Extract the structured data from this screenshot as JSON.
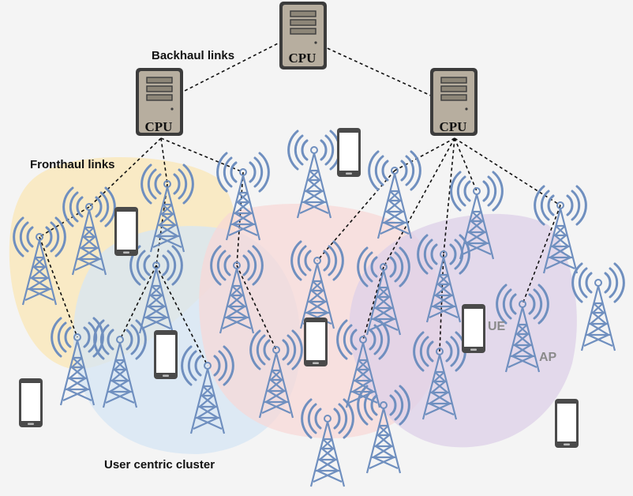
{
  "labels": {
    "backhaul": "Backhaul links",
    "fronthaul": "Fronthaul links",
    "cluster": "User centric cluster",
    "ue": "UE",
    "ap": "AP"
  },
  "cpus": [
    {
      "id": "cpu-top",
      "label": "CPU"
    },
    {
      "id": "cpu-left",
      "label": "CPU"
    },
    {
      "id": "cpu-right",
      "label": "CPU"
    }
  ],
  "colors": {
    "tower": "#6f8fbf",
    "cpu_body": "#b7ae9f",
    "cpu_dark": "#3c3c3c",
    "cluster_yellow": "#fbe7b5",
    "cluster_blue": "#d6e5f4",
    "cluster_red": "#f8d7d5",
    "cluster_purple": "#ddd0e8",
    "label_gray": "#8a8a8a"
  }
}
